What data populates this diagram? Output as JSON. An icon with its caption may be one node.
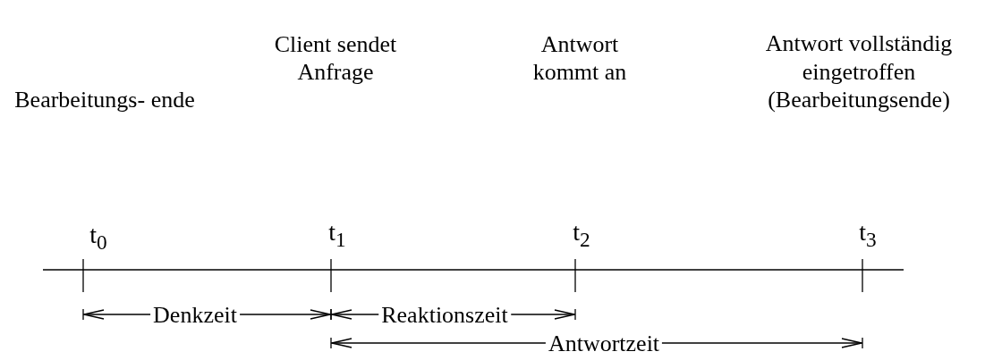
{
  "diagram": {
    "labels": [
      "Bearbeitungs- ende",
      "Client sendet Anfrage",
      "Antwort kommt an",
      "Antwort vollständig eingetroffen (Bearbeitungsende)",
      "t$_{0}$",
      "t$_{1}$",
      "t$_{2}$",
      "t$_{3}$",
      "Denkzeit",
      "Reaktionszeit",
      "Antwortzeit"
    ]
  }
}
